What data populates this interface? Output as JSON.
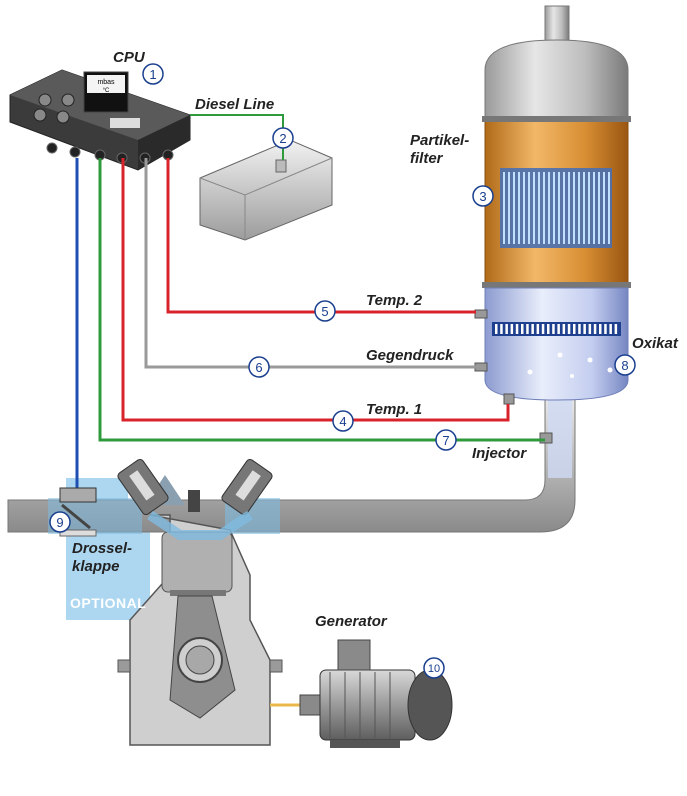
{
  "labels": {
    "cpu": "CPU",
    "diesel_line": "Diesel Line",
    "partikelfilter_1": "Partikel-",
    "partikelfilter_2": "filter",
    "temp2": "Temp. 2",
    "oxikat": "Oxikat",
    "gegendruck": "Gegendruck",
    "temp1": "Temp. 1",
    "injector": "Injector",
    "drossel_1": "Drossel-",
    "drossel_2": "klappe",
    "optional": "OPTIONAL",
    "generator": "Generator",
    "display_line1": "mbas",
    "display_line2": "°C"
  },
  "markers": [
    "1",
    "2",
    "3",
    "4",
    "5",
    "6",
    "7",
    "8",
    "9",
    "10"
  ],
  "colors": {
    "blue_wire": "#1f4fb3",
    "green_wire": "#2e9a3c",
    "red_wire": "#d9232b",
    "gray_wire": "#9a9a9a",
    "filter_orange": "#e3a34a",
    "optional_bg": "#9fd0ee",
    "marker_stroke": "#1a3f8f"
  }
}
